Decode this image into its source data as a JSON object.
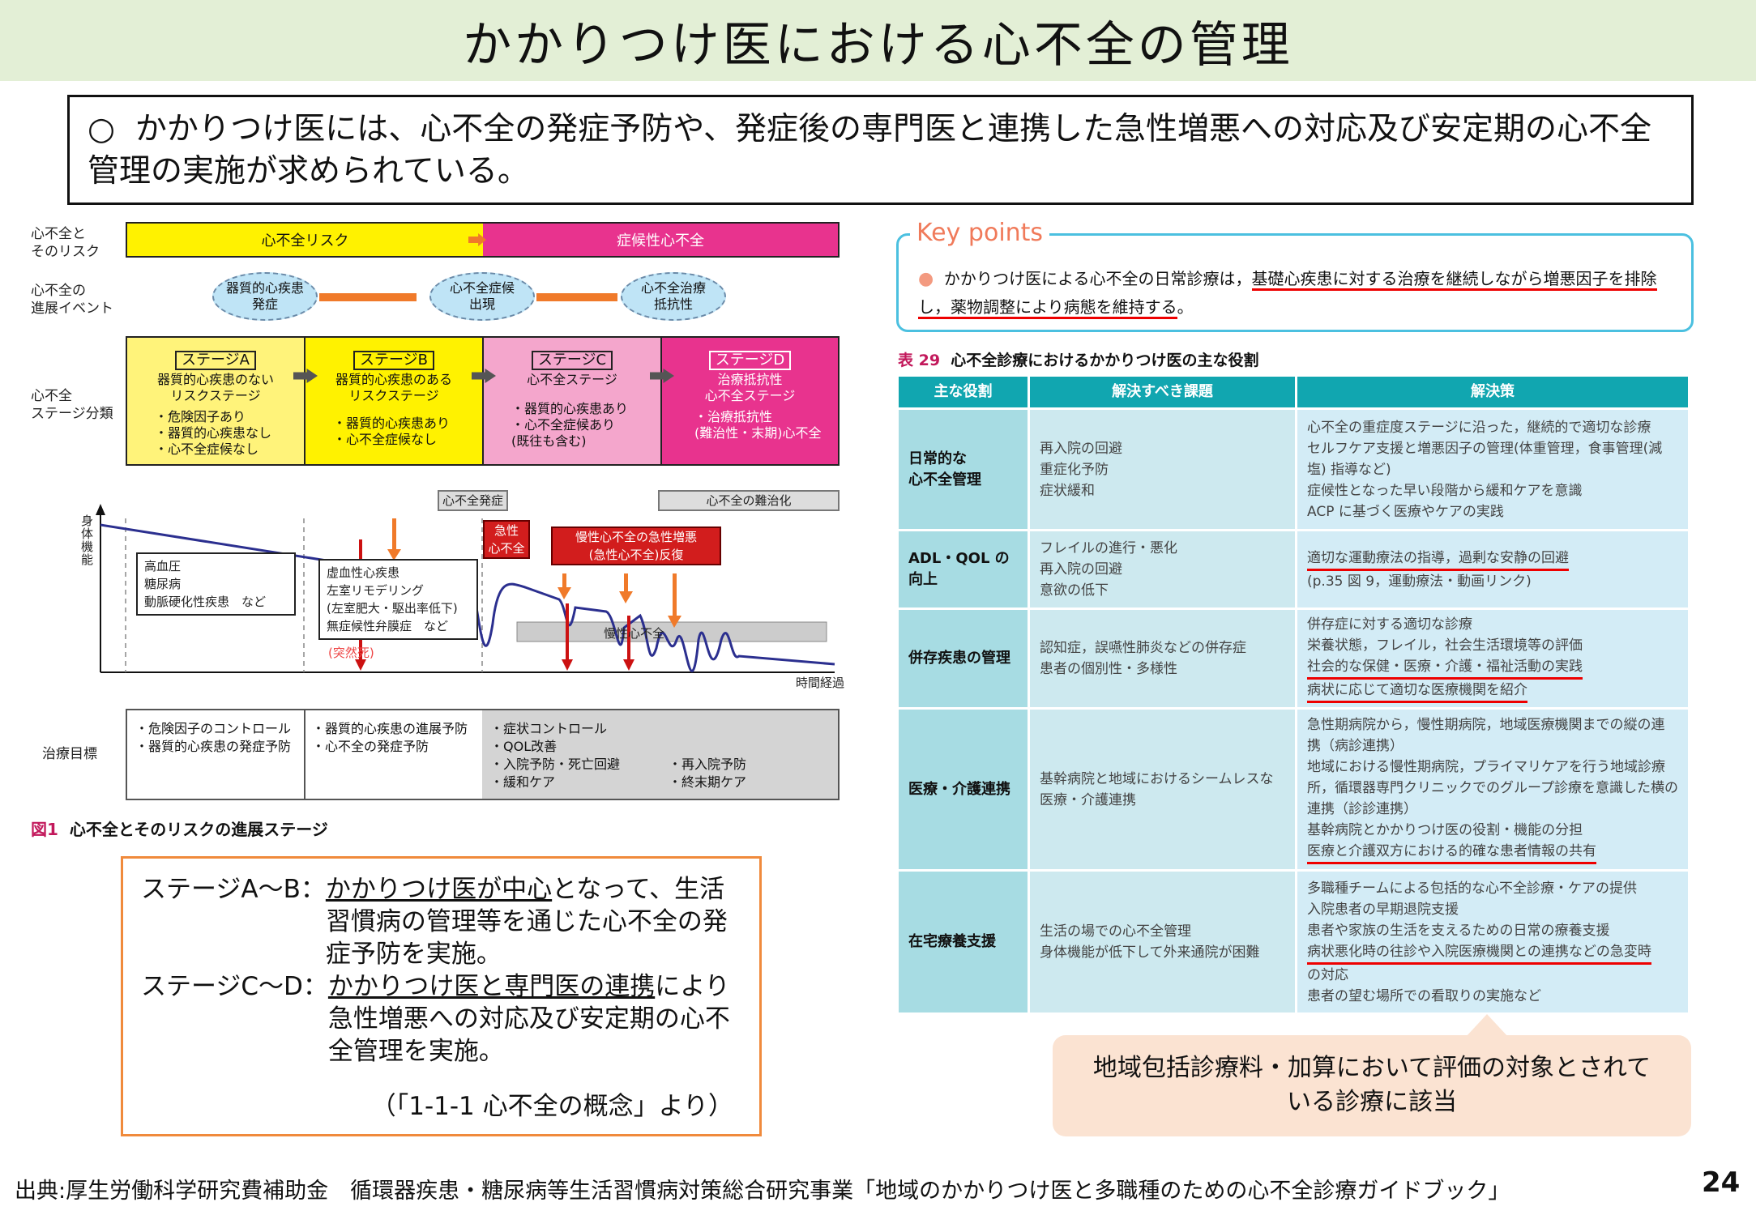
{
  "title": "かかりつけ医における心不全の管理",
  "lead": {
    "bullet": "○",
    "text": "かかりつけ医には、心不全の発症予防や、発症後の専門医と連携した急性増悪への対応及び安定期の心不全管理の実施が求められている。"
  },
  "figure": {
    "row_labels": [
      "心不全と\nそのリスク",
      "心不全の\n進展イベント",
      "心不全\nステージ分類",
      "治療目標"
    ],
    "risk_bar": {
      "left": "心不全リスク",
      "right": "症候性心不全"
    },
    "events": [
      "器質的心疾患\n発症",
      "心不全症候\n出現",
      "心不全治療\n抵抗性"
    ],
    "stages": [
      {
        "tag": "ステージA",
        "title": "器質的心疾患のない\nリスクステージ",
        "bullets": [
          "・危険因子あり",
          "・器質的心疾患なし",
          "・心不全症候なし"
        ]
      },
      {
        "tag": "ステージB",
        "title": "器質的心疾患のある\nリスクステージ",
        "bullets": [
          "・器質的心疾患あり",
          "・心不全症候なし"
        ]
      },
      {
        "tag": "ステージC",
        "title": "心不全ステージ",
        "bullets": [
          "・器質的心疾患あり",
          "・心不全症候あり",
          "(既往も含む)"
        ]
      },
      {
        "tag": "ステージD",
        "title": "治療抵抗性\n心不全ステージ",
        "bullets": [
          "・治療抵抗性",
          "(難治性・末期)心不全"
        ]
      }
    ],
    "curve": {
      "y_axis": "身体機能",
      "x_axis": "時間経過",
      "onset": "心不全発症",
      "refractory": "心不全の難治化",
      "acute": "急性\n心不全",
      "exacerbation": "慢性心不全の急性増悪\n(急性心不全)反復",
      "chronic": "慢性心不全",
      "sudden_death": "(突然死)",
      "box_a": [
        "高血圧",
        "糖尿病",
        "動脈硬化性疾患　など"
      ],
      "box_b": [
        "虚血性心疾患",
        "左室リモデリング",
        "(左室肥大・駆出率低下)",
        "無症候性弁膜症　など"
      ]
    },
    "treatment": [
      [
        "・危険因子のコントロール",
        "・器質的心疾患の発症予防"
      ],
      [
        "・器質的心疾患の進展予防",
        "・心不全の発症予防"
      ],
      [
        "・症状コントロール",
        "・QOL改善",
        "・入院予防・死亡回避",
        "・緩和ケア"
      ],
      [
        "・再入院予防",
        "・終末期ケア"
      ]
    ],
    "caption_num": "図1",
    "caption": "心不全とそのリスクの進展ステージ"
  },
  "summary": {
    "ab_label": "ステージA〜B：",
    "ab_u": "かかりつけ医が中心",
    "ab_rest": "となって、生活習慣病の管理等を通じた心不全の発症予防を実施。",
    "cd_label": "ステージC〜D：",
    "cd_u": "かかりつけ医と専門医の連携",
    "cd_rest": "により急性増悪への対応及び安定期の心不全管理を実施。",
    "source": "（「1-1-1 心不全の概念」より）"
  },
  "key_points": {
    "heading": "Key points",
    "text_plain": "かかりつけ医による心不全の日常診療は，",
    "text_underlined": "基礎心疾患に対する治療を継続しながら増悪因子を排除し，薬物調整により病態を維持する",
    "text_end": "。"
  },
  "table": {
    "caption_num": "表 29",
    "caption": "心不全診療におけるかかりつけ医の主な役割",
    "headers": [
      "主な役割",
      "解決すべき課題",
      "解決策"
    ],
    "rows": [
      {
        "role": "日常的な\n心不全管理",
        "issues": [
          "再入院の回避",
          "重症化予防",
          "症状緩和"
        ],
        "solutions": [
          {
            "t": "心不全の重症度ステージに沿った，継続的で適切な診療"
          },
          {
            "t": "セルフケア支援と増悪因子の管理(体重管理，食事管理(減塩) 指導など)"
          },
          {
            "t": "症候性となった早い段階から緩和ケアを意識"
          },
          {
            "t": "ACP に基づく医療やケアの実践"
          }
        ]
      },
      {
        "role": "ADL・QOL の\n向上",
        "issues": [
          "フレイルの進行・悪化",
          "再入院の回避",
          "意欲の低下"
        ],
        "solutions": [
          {
            "t": "適切な運動療法の指導，過剰な安静の回避",
            "u": true
          },
          {
            "t": "(p.35 図 9，運動療法・動画リンク)"
          }
        ]
      },
      {
        "role": "併存疾患の管理",
        "issues": [
          "認知症，誤嚥性肺炎などの併存症",
          "患者の個別性・多様性"
        ],
        "solutions": [
          {
            "t": "併存症に対する適切な診療"
          },
          {
            "t": "栄養状態，フレイル，社会生活環境等の評価"
          },
          {
            "t": "社会的な保健・医療・介護・福祉活動の実践",
            "u": true
          },
          {
            "t": "病状に応じて適切な医療機関を紹介",
            "u": true
          }
        ]
      },
      {
        "role": "医療・介護連携",
        "issues": [
          "基幹病院と地域におけるシームレスな医療・介護連携"
        ],
        "solutions": [
          {
            "t": "急性期病院から，慢性期病院，地域医療機関までの縦の連携（病診連携）"
          },
          {
            "t": "地域における慢性期病院，プライマリケアを行う地域診療所，循環器専門クリニックでのグループ診療を意識した横の連携（診診連携）"
          },
          {
            "t": "基幹病院とかかりつけ医の役割・機能の分担"
          },
          {
            "t": "医療と介護双方における的確な患者情報の共有",
            "u": true
          }
        ]
      },
      {
        "role": "在宅療養支援",
        "issues": [
          "生活の場での心不全管理",
          "身体機能が低下して外来通院が困難"
        ],
        "solutions": [
          {
            "t": "多職種チームによる包括的な心不全診療・ケアの提供"
          },
          {
            "t": "入院患者の早期退院支援"
          },
          {
            "t": "患者や家族の生活を支えるための日常の療養支援"
          },
          {
            "t": "病状悪化時の往診や入院医療機関との連携などの急変時",
            "u": true
          },
          {
            "t": "の対応"
          },
          {
            "t": "患者の望む場所での看取りの実施など"
          }
        ]
      }
    ]
  },
  "callout": "地域包括診療料・加算において評価の対象とされている診療に該当",
  "footer": "出典:厚生労働科学研究費補助金　循環器疾患・糖尿病等生活習慣病対策総合研究事業「地域のかかりつけ医と多職種のための心不全診療ガイドブック」",
  "page_number": "24",
  "colors": {
    "yellow_light": "#fff37a",
    "yellow": "#fff200",
    "pink_light": "#f4a6cc",
    "magenta": "#e8338e",
    "teal": "#11a6b0",
    "red": "#e00000",
    "orange": "#f07a2a"
  }
}
